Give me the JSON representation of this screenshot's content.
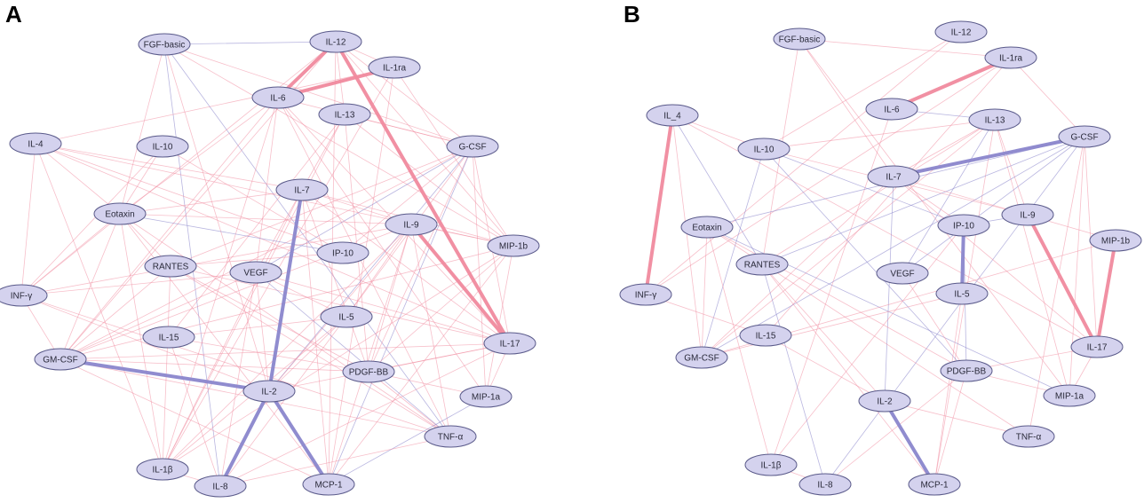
{
  "colors": {
    "positive_edge": "#f08a9e",
    "negative_edge": "#8a86cc",
    "node_fill": "#d4d2ee",
    "node_stroke": "#5a5a8a"
  },
  "panels": [
    {
      "label": "A",
      "nodes": [
        "FGF-basic",
        "IL-12",
        "IL-1ra",
        "IL-6",
        "IL-13",
        "G-CSF",
        "IL-4",
        "IL-10",
        "IL-7",
        "Eotaxin",
        "IL-9",
        "MIP-1b",
        "IP-10",
        "RANTES",
        "VEGF",
        "INF-γ",
        "IL-5",
        "IL-17",
        "IL-15",
        "GM-CSF",
        "PDGF-BB",
        "IL-2",
        "MIP-1a",
        "TNF-α",
        "IL-1β",
        "IL-8",
        "MCP-1"
      ],
      "strong_edges": [
        {
          "source": "IL-12",
          "target": "IL-17",
          "sign": "positive"
        },
        {
          "source": "IL-6",
          "target": "IL-12",
          "sign": "positive"
        },
        {
          "source": "IL-6",
          "target": "IL-1ra",
          "sign": "positive"
        },
        {
          "source": "IL-9",
          "target": "IL-17",
          "sign": "positive"
        },
        {
          "source": "IL-7",
          "target": "IL-2",
          "sign": "negative"
        },
        {
          "source": "GM-CSF",
          "target": "IL-2",
          "sign": "negative"
        },
        {
          "source": "IL-2",
          "target": "MCP-1",
          "sign": "negative"
        },
        {
          "source": "IL-2",
          "target": "IL-8",
          "sign": "negative"
        }
      ]
    },
    {
      "label": "B",
      "nodes": [
        "FGF-basic",
        "IL-12",
        "IL-1ra",
        "IL_4",
        "IL-6",
        "IL-13",
        "G-CSF",
        "IL-10",
        "IL-7",
        "Eotaxin",
        "IL-9",
        "IP-10",
        "MIP-1b",
        "RANTES",
        "VEGF",
        "INF-γ",
        "IL-5",
        "IL-15",
        "IL-17",
        "GM-CSF",
        "PDGF-BB",
        "IL-2",
        "MIP-1a",
        "TNF-α",
        "IL-1β",
        "IL-8",
        "MCP-1"
      ],
      "strong_edges": [
        {
          "source": "IL_4",
          "target": "INF-γ",
          "sign": "positive"
        },
        {
          "source": "IL-6",
          "target": "IL-1ra",
          "sign": "positive"
        },
        {
          "source": "IL-9",
          "target": "IL-17",
          "sign": "positive"
        },
        {
          "source": "MIP-1b",
          "target": "IL-17",
          "sign": "positive"
        },
        {
          "source": "IL-7",
          "target": "G-CSF",
          "sign": "negative"
        },
        {
          "source": "IL-2",
          "target": "MCP-1",
          "sign": "negative"
        },
        {
          "source": "IP-10",
          "target": "IL-5",
          "sign": "negative"
        }
      ]
    }
  ]
}
